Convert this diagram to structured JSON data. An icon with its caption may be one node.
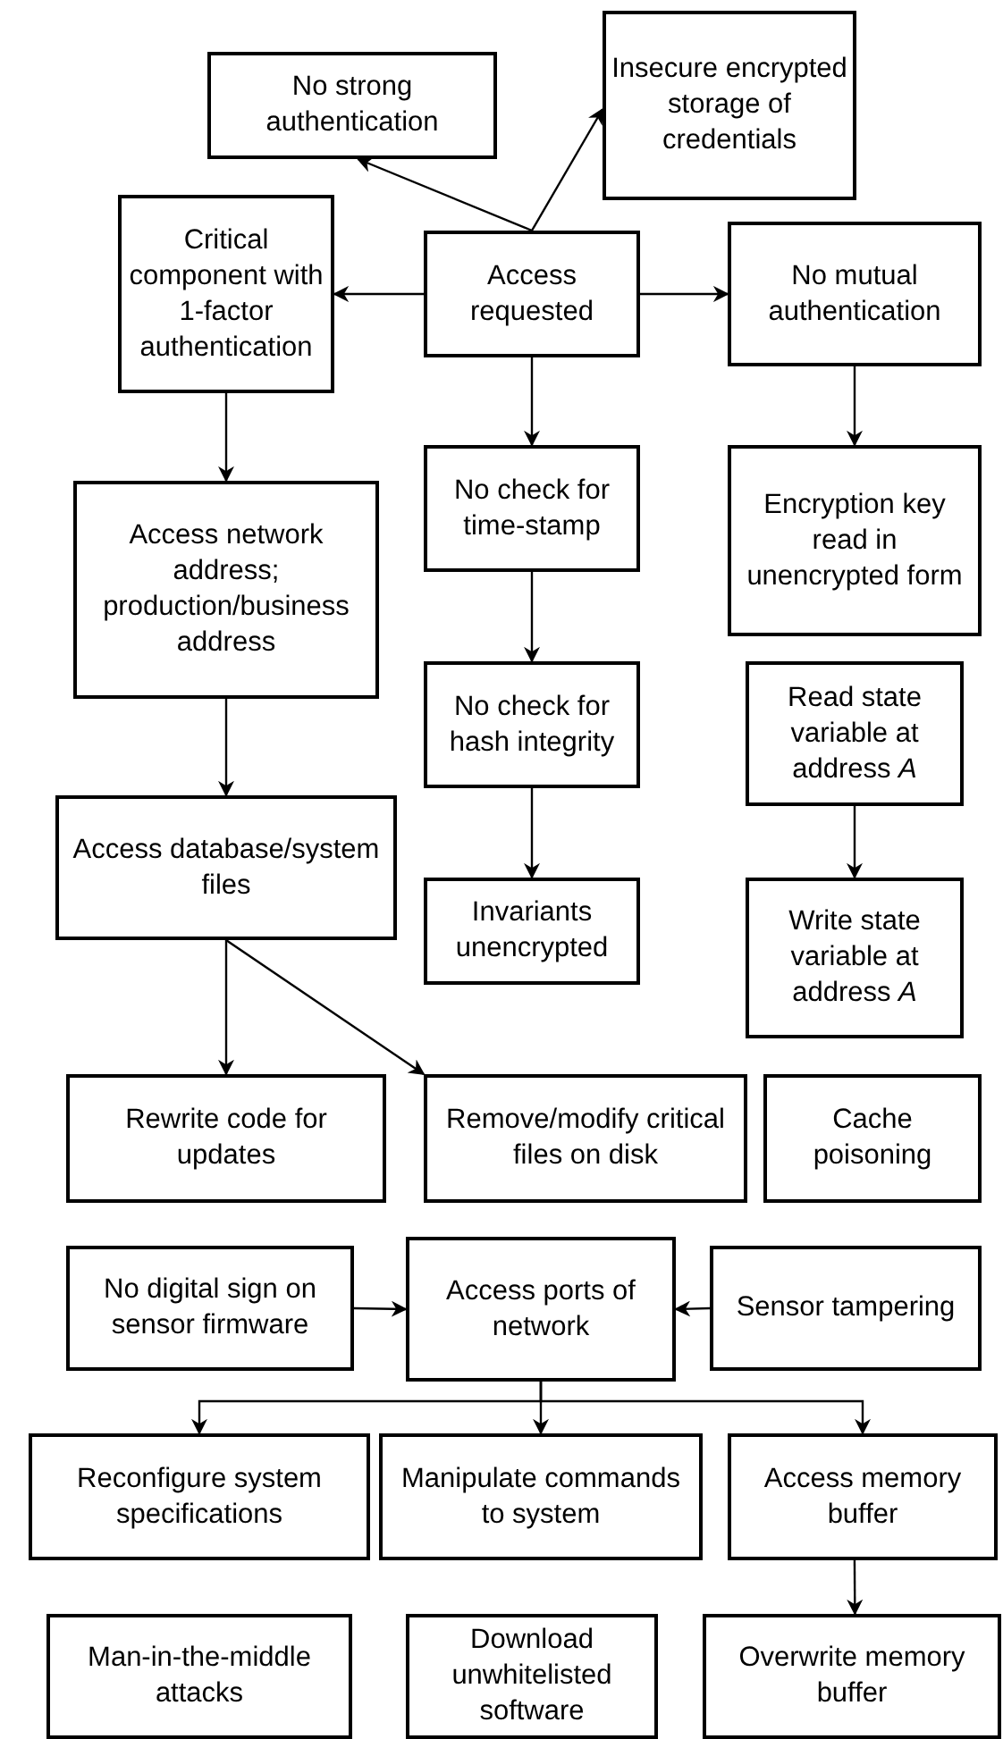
{
  "diagram": {
    "nodes": [
      {
        "text": [
          "No strong authentication"
        ]
      },
      {
        "text": [
          "Insecure encrypted storage of credentials"
        ]
      },
      {
        "text": [
          "Critical component with 1-factor authentication"
        ]
      },
      {
        "text": [
          "Access requested"
        ]
      },
      {
        "text": [
          "No mutual authentication"
        ]
      },
      {
        "text": [
          "No check for time-stamp"
        ]
      },
      {
        "text": [
          "Access network address; production/business address"
        ]
      },
      {
        "text": [
          "Encryption key read in unencrypted form"
        ]
      },
      {
        "text": [
          "No check for hash integrity"
        ]
      },
      {
        "text": [
          "Read state variable at address *A*"
        ]
      },
      {
        "text": [
          "Access database/system files"
        ]
      },
      {
        "text": [
          "Invariants unencrypted"
        ]
      },
      {
        "text": [
          "Write state variable at address *A*"
        ]
      },
      {
        "text": [
          "Rewrite code for updates"
        ]
      },
      {
        "text": [
          "Remove/modify critical files on disk"
        ]
      },
      {
        "text": [
          "Cache poisoning"
        ]
      },
      {
        "text": [
          "No digital sign on sensor firmware"
        ]
      },
      {
        "text": [
          "Access ports of network"
        ]
      },
      {
        "text": [
          "Sensor tampering"
        ]
      },
      {
        "text": [
          "Reconfigure system specifications"
        ]
      },
      {
        "text": [
          "Manipulate commands to system"
        ]
      },
      {
        "text": [
          "Access memory buffer"
        ]
      },
      {
        "text": [
          "Man-in-the-middle attacks"
        ]
      },
      {
        "text": [
          "Download unwhitelisted software"
        ]
      },
      {
        "text": [
          "Overwrite memory buffer"
        ]
      }
    ],
    "edges": [
      {
        "from": 3,
        "to": 0,
        "arrow": "to"
      },
      {
        "from": 3,
        "to": 1,
        "arrow": "to"
      },
      {
        "from": 3,
        "to": 2,
        "arrow": "to"
      },
      {
        "from": 3,
        "to": 4,
        "arrow": "to"
      },
      {
        "from": 3,
        "to": 5,
        "arrow": "to"
      },
      {
        "from": 2,
        "to": 6,
        "arrow": "to"
      },
      {
        "from": 4,
        "to": 7,
        "arrow": "to"
      },
      {
        "from": 5,
        "to": 8,
        "arrow": "to"
      },
      {
        "from": 6,
        "to": 10,
        "arrow": "to"
      },
      {
        "from": 8,
        "to": 11,
        "arrow": "to"
      },
      {
        "from": 9,
        "to": 12,
        "arrow": "to"
      },
      {
        "from": 10,
        "to": 13,
        "arrow": "to"
      },
      {
        "from": 10,
        "to": 14,
        "arrow": "to"
      },
      {
        "from": 16,
        "to": 17,
        "arrow": "to"
      },
      {
        "from": 18,
        "to": 17,
        "arrow": "to"
      },
      {
        "from": 17,
        "to": 19,
        "arrow": "to"
      },
      {
        "from": 17,
        "to": 20,
        "arrow": "to"
      },
      {
        "from": 17,
        "to": 21,
        "arrow": "to"
      },
      {
        "from": 21,
        "to": 24,
        "arrow": "to"
      }
    ]
  }
}
